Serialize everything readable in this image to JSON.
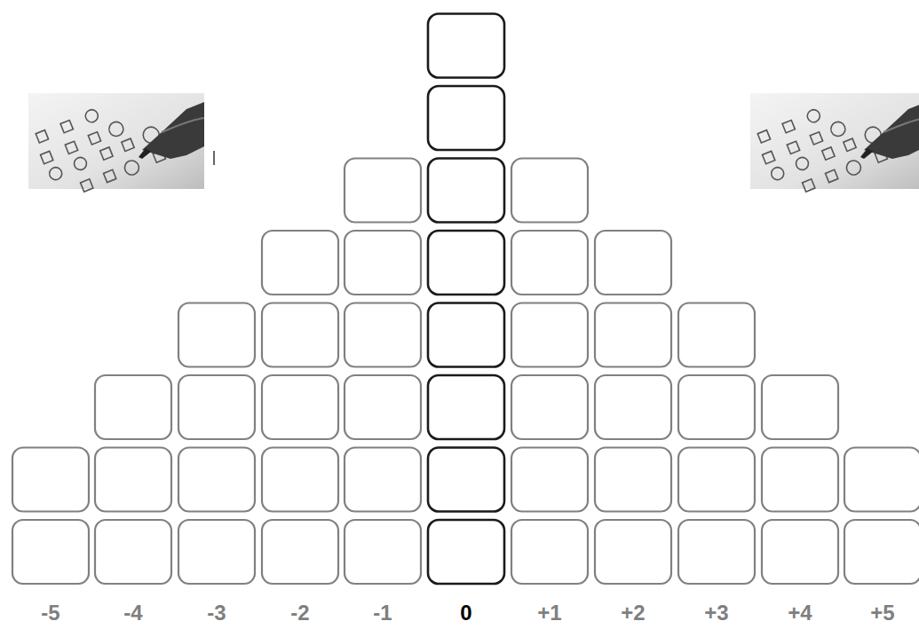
{
  "diagram": {
    "labels": [
      "-5",
      "-4",
      "-3",
      "-2",
      "-1",
      "0",
      "+1",
      "+2",
      "+3",
      "+4",
      "+5"
    ]
  }
}
